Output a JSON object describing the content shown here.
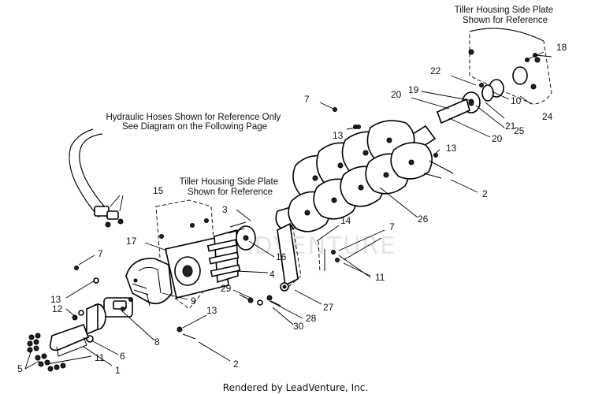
{
  "notes": {
    "tiller_side_plate_top": [
      "Tiller Housing Side Plate",
      "Shown for Reference"
    ],
    "hydraulic_hoses": [
      "Hydraulic Hoses Shown for Reference Only",
      "See Diagram on the Following Page"
    ],
    "tiller_side_plate_mid": [
      "Tiller Housing Side Plate",
      "Shown for Reference"
    ]
  },
  "callouts": [
    "1",
    "2",
    "2",
    "3",
    "4",
    "5",
    "6",
    "7",
    "7",
    "7",
    "8",
    "9",
    "10",
    "11",
    "11",
    "12",
    "13",
    "13",
    "13",
    "13",
    "14",
    "15",
    "16",
    "17",
    "18",
    "19",
    "20",
    "20",
    "21",
    "22",
    "24",
    "25",
    "26",
    "27",
    "28",
    "29",
    "30"
  ],
  "watermark": "ADVENTURE",
  "footer": "Rendered by LeadVenture, Inc."
}
